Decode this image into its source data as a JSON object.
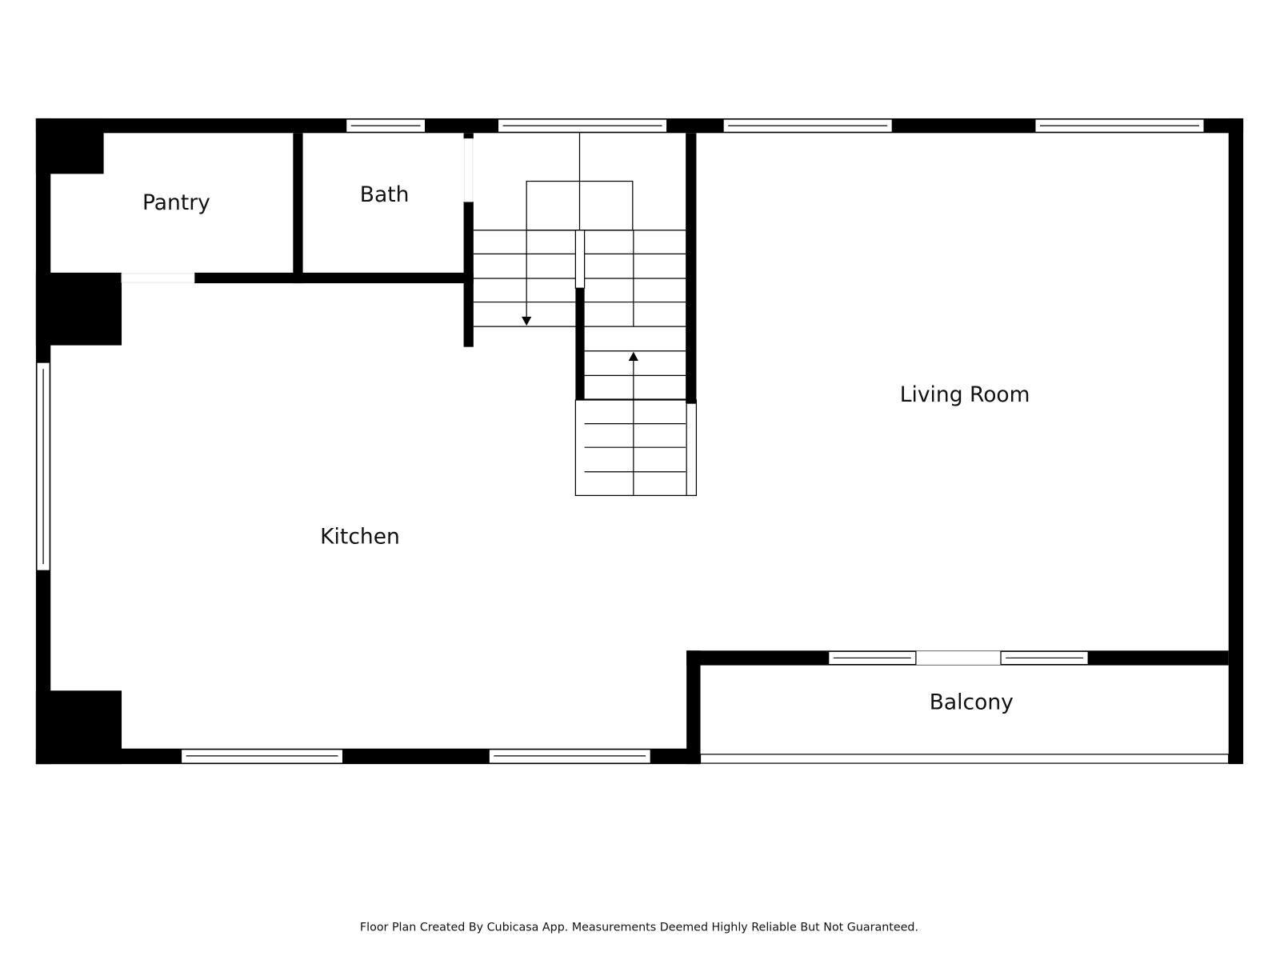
{
  "rooms": {
    "pantry": "Pantry",
    "bath": "Bath",
    "living_room": "Living Room",
    "kitchen": "Kitchen",
    "balcony": "Balcony"
  },
  "footer": "Floor Plan Created By Cubicasa App. Measurements Deemed Highly Reliable But Not Guaranteed.",
  "colors": {
    "wall": "#000000",
    "background": "#ffffff"
  }
}
